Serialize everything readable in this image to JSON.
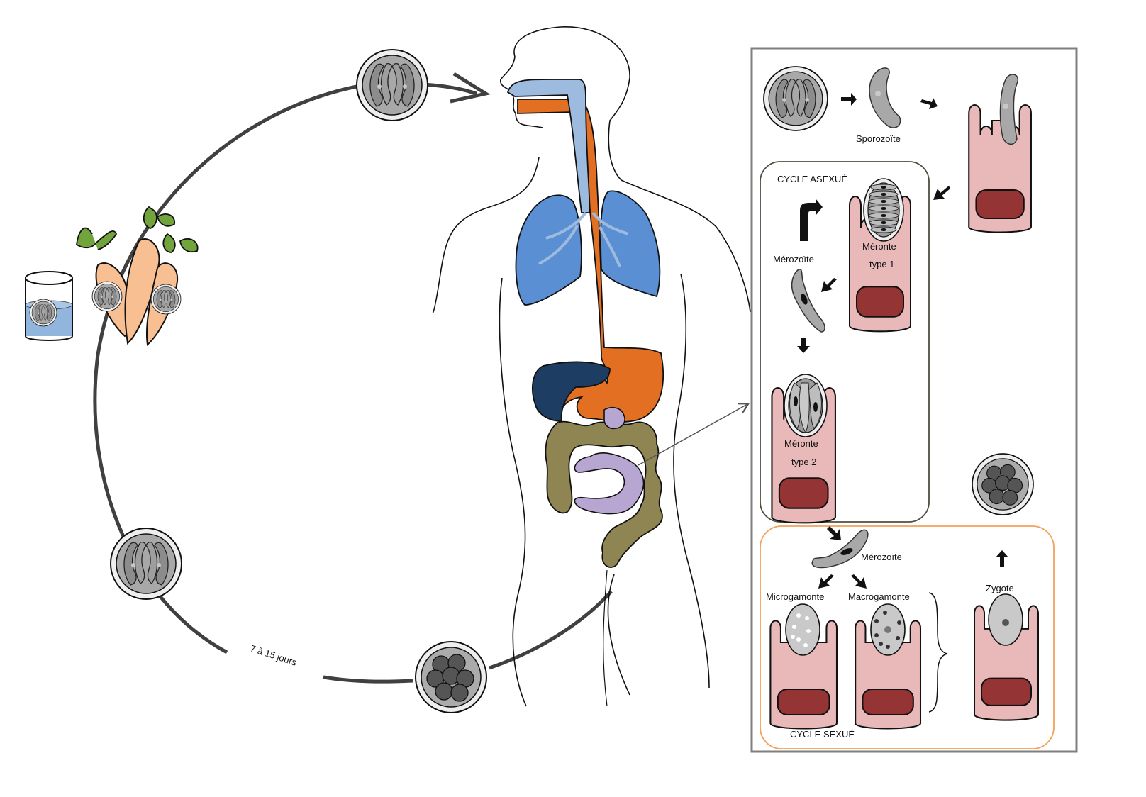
{
  "colors": {
    "cell_pink": "#e8b9b8",
    "nucleus": "#943434",
    "airway": "#9cbbdf",
    "lung": "#5a8fd3",
    "esophagus": "#e37022",
    "liver": "#1e3d63",
    "colon": "#8e8552",
    "small_intestine": "#b7a6d1",
    "water": "#92b5de",
    "carrot": "#f8bf92",
    "leaf": "#72a43d",
    "sexual_frame": "#f2a15b",
    "asexual_frame": "#504d40",
    "panel_frame": "#7f7f7f",
    "cycle_arrow": "#404040"
  },
  "labels": {
    "duration": "7 à 15 jours",
    "sporozoite": "Sporozoïte",
    "asexual_cycle": "CYCLE ASEXUÉ",
    "merozoite_1": "Mérozoïte",
    "meronte_type1_line1": "Méronte",
    "meronte_type1_line2": "type 1",
    "meronte_type2_line1": "Méronte",
    "meronte_type2_line2": "type 2",
    "merozoite_2": "Mérozoïte",
    "microgamonte": "Microgamonte",
    "macrogamonte": "Macrogamonte",
    "zygote": "Zygote",
    "sexual_cycle": "CYCLE SEXUÉ"
  },
  "icons": [
    "sporulated-oocyst-icon",
    "unsporulated-oocyst-icon",
    "carrot-icon",
    "water-glass-icon",
    "human-body-icon",
    "epithelial-cell-icon"
  ]
}
